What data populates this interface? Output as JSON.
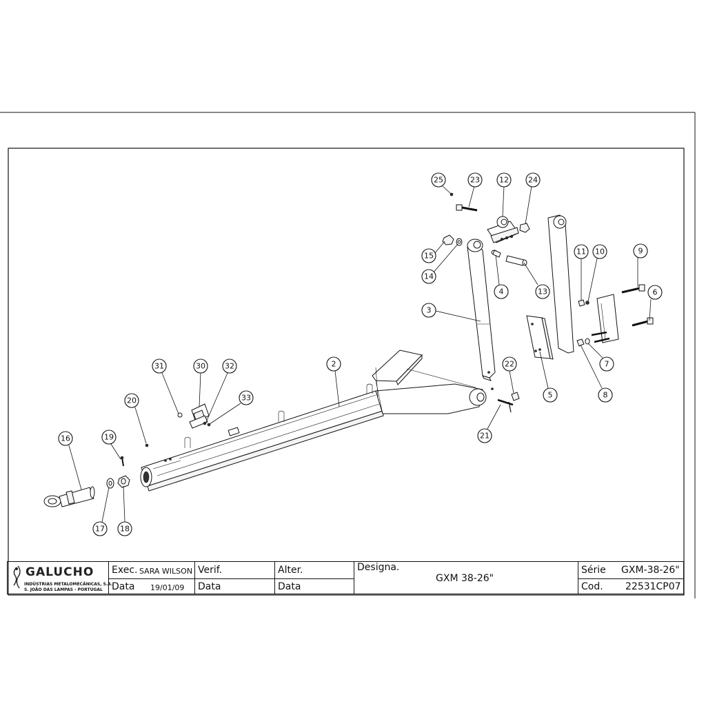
{
  "callouts": [
    {
      "id": "c25",
      "label": "25"
    },
    {
      "id": "c23",
      "label": "23"
    },
    {
      "id": "c12",
      "label": "12"
    },
    {
      "id": "c24",
      "label": "24"
    },
    {
      "id": "c15",
      "label": "15"
    },
    {
      "id": "c14",
      "label": "14"
    },
    {
      "id": "c4",
      "label": "4"
    },
    {
      "id": "c13",
      "label": "13"
    },
    {
      "id": "c11",
      "label": "11"
    },
    {
      "id": "c10",
      "label": "10"
    },
    {
      "id": "c9",
      "label": "9"
    },
    {
      "id": "c6",
      "label": "6"
    },
    {
      "id": "c3",
      "label": "3"
    },
    {
      "id": "c7",
      "label": "7"
    },
    {
      "id": "c8",
      "label": "8"
    },
    {
      "id": "c5",
      "label": "5"
    },
    {
      "id": "c22",
      "label": "22"
    },
    {
      "id": "c21",
      "label": "21"
    },
    {
      "id": "c2",
      "label": "2"
    },
    {
      "id": "c31",
      "label": "31"
    },
    {
      "id": "c30",
      "label": "30"
    },
    {
      "id": "c32",
      "label": "32"
    },
    {
      "id": "c33",
      "label": "33"
    },
    {
      "id": "c20",
      "label": "20"
    },
    {
      "id": "c16",
      "label": "16"
    },
    {
      "id": "c19",
      "label": "19"
    },
    {
      "id": "c17",
      "label": "17"
    },
    {
      "id": "c18",
      "label": "18"
    }
  ],
  "title_block": {
    "company": "GALUCHO",
    "company_line1": "INDÚSTRIAS METALOMECÂNICAS, S.A.",
    "company_line2": "S. JOÃO DAS LAMPAS - PORTUGAL",
    "exec_label": "Exec.",
    "exec_value": "SARA WILSON",
    "data_label": "Data",
    "data_value": "19/01/09",
    "verif_label": "Verif.",
    "verif_data_label": "Data",
    "alter_label": "Alter.",
    "alter_data_label": "Data",
    "designa_label": "Designa.",
    "designa_value": "GXM 38-26\"",
    "serie_label": "Série",
    "serie_value": "GXM-38-26\"",
    "cod_label": "Cod.",
    "cod_value": "22531CP07"
  }
}
